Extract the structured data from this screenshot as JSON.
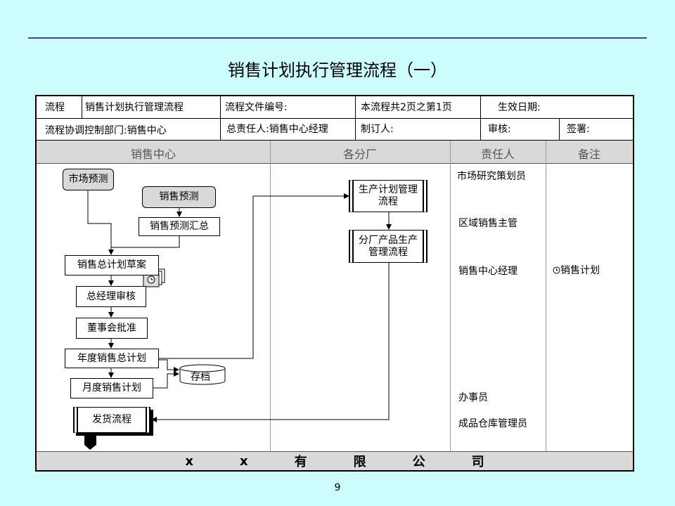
{
  "title": "销售计划执行管理流程（一）",
  "header": {
    "row1": [
      "流程",
      "销售计划执行管理流程",
      "流程文件编号:",
      "本流程共2页之第1页",
      "生效日期:"
    ],
    "row2": [
      "流程协调控制部门:销售中心",
      "总责任人:销售中心经理",
      "制订人:",
      "审核:",
      "签署:"
    ]
  },
  "columns": [
    "销售中心",
    "各分厂",
    "责任人",
    "备注"
  ],
  "nodes": {
    "market_forecast": "市场预测",
    "sales_forecast": "销售预测",
    "forecast_summary": "销售预测汇总",
    "plan_draft": "销售总计划草案",
    "gm_review": "总经理审核",
    "board_approval": "董事会批准",
    "annual_plan": "年度销售总计划",
    "monthly_plan": "月度销售计划",
    "shipping": "发货流程",
    "archive": "存档",
    "production_plan": "生产计划管理流程",
    "branch_production": "分厂产品生产管理流程"
  },
  "responsible": [
    "市场研究策划员",
    "区域销售主管",
    "销售中心经理",
    "办事员",
    "成品仓库管理员"
  ],
  "note_icon": "clock-icon",
  "note": "销售计划",
  "company_chars": [
    "x",
    "x",
    "有",
    "限",
    "公",
    "司"
  ],
  "page_number": "9"
}
